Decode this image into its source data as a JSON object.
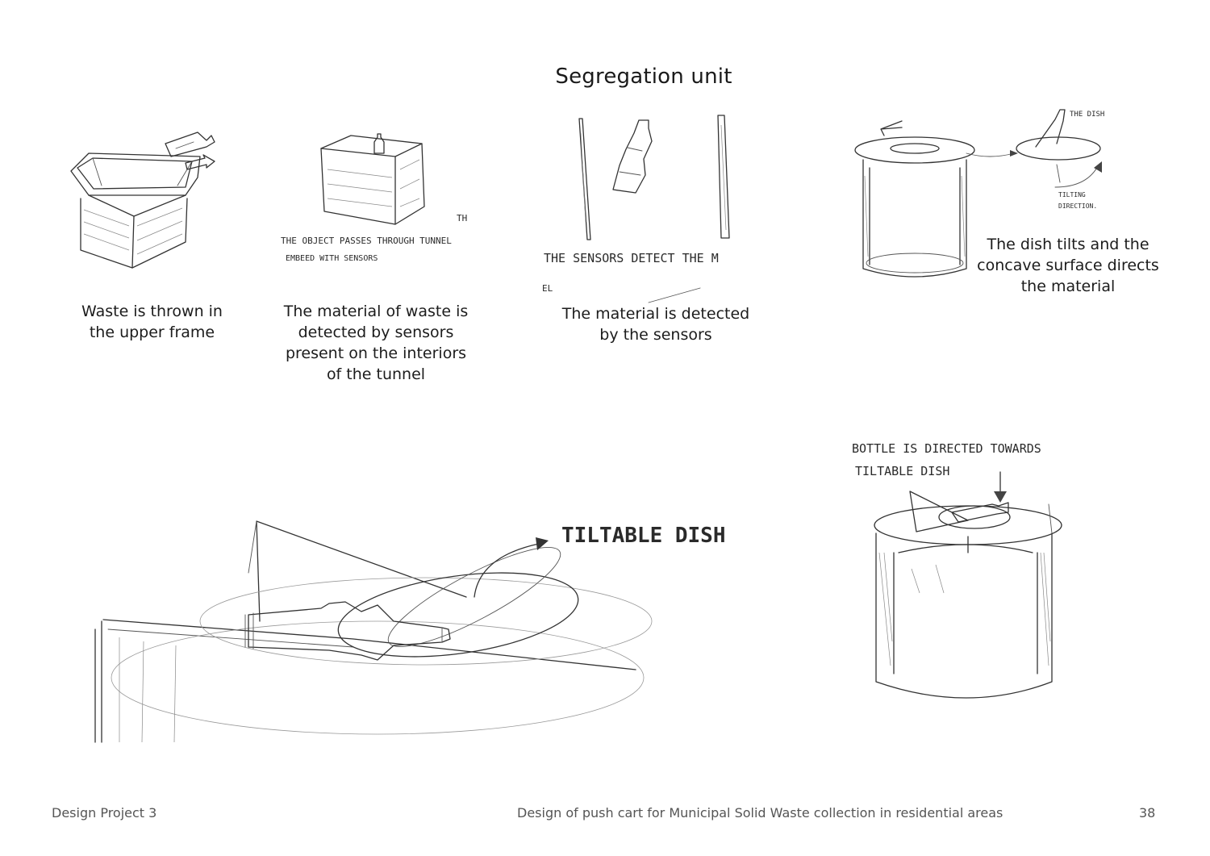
{
  "title": "Segregation unit",
  "steps": [
    {
      "caption": "Waste is thrown in the upper frame"
    },
    {
      "caption": "The material of waste is detected by sensors present on the interiors of the tunnel"
    },
    {
      "caption": "The material is detected by the sensors"
    },
    {
      "caption": "The dish tilts and the concave surface directs the material"
    }
  ],
  "annotations": {
    "tunnel_note_1": "THE OBJECT PASSES THROUGH TUNNEL",
    "tunnel_note_2": "EMBEED WITH SENSORS",
    "tunnel_note_frag": "TH",
    "sensor_note": "THE SENSORS DETECT THE M",
    "sensor_note_frag": "EL",
    "dish_label": "THE DISH",
    "tilt_label_1": "TILTING",
    "tilt_label_2": "DIRECTION.",
    "tiltable_dish": "TILTABLE DISH",
    "bottle_note_1": "BOTTLE IS DIRECTED TOWARDS",
    "bottle_note_2": "TILTABLE DISH"
  },
  "footer": {
    "left": "Design Project 3",
    "center": "Design of push cart for Municipal Solid Waste collection in residential areas",
    "page_number": "38"
  }
}
